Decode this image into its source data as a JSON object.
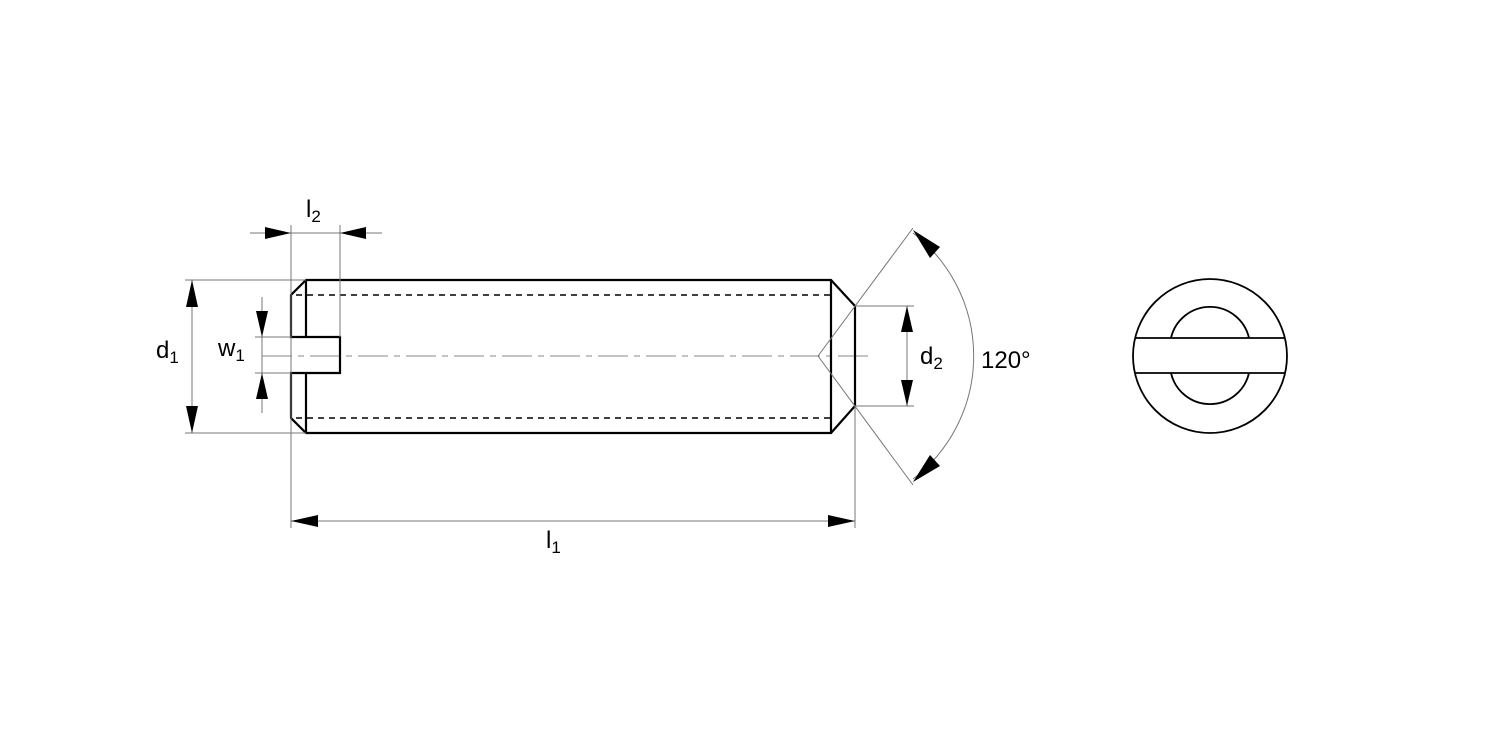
{
  "labels": {
    "l1": {
      "main": "l",
      "sub": "1"
    },
    "l2": {
      "main": "l",
      "sub": "2"
    },
    "d1": {
      "main": "d",
      "sub": "1"
    },
    "d2": {
      "main": "d",
      "sub": "2"
    },
    "w1": {
      "main": "w",
      "sub": "1"
    },
    "angle": "120°"
  }
}
